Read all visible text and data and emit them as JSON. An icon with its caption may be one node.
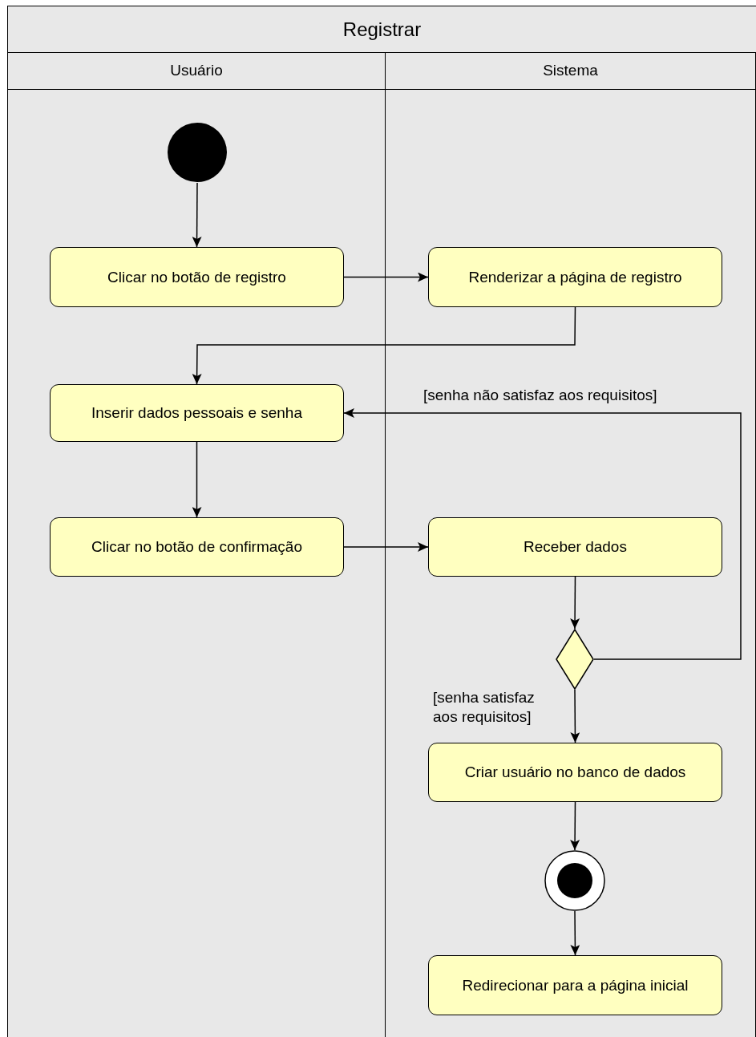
{
  "diagram": {
    "nodes": [
      {
        "text": [
          "Registrar"
        ]
      },
      {
        "text": [
          "Usuário"
        ],
        "in": 0
      },
      {
        "text": [
          "Sistema"
        ],
        "in": 0
      },
      {
        "text": [],
        "shape": "circle",
        "in": 1
      },
      {
        "text": [
          "Clicar no botão de registro"
        ],
        "in": 1
      },
      {
        "text": [
          "Renderizar a página de registro"
        ],
        "in": 2
      },
      {
        "text": [
          "Inserir dados pessoais e senha"
        ],
        "in": 1
      },
      {
        "text": [
          "Clicar no botão de confirmação"
        ],
        "in": 1
      },
      {
        "text": [
          "Receber dados"
        ],
        "in": 2
      },
      {
        "text": [],
        "shape": "diamond",
        "in": 2
      },
      {
        "text": [
          "Criar usuário no banco de dados"
        ],
        "in": 2
      },
      {
        "text": [],
        "shape": "bullseye",
        "in": 2
      },
      {
        "text": [
          "Redirecionar para a página inicial"
        ],
        "in": 2
      }
    ],
    "edges": [
      {
        "from": 3,
        "to": 4,
        "arrow": "to"
      },
      {
        "from": 4,
        "to": 5,
        "arrow": "to"
      },
      {
        "from": 5,
        "to": 6,
        "arrow": "to"
      },
      {
        "from": 6,
        "to": 7,
        "arrow": "to"
      },
      {
        "from": 7,
        "to": 8,
        "arrow": "to"
      },
      {
        "from": 8,
        "to": 9,
        "arrow": "to"
      },
      {
        "from": 9,
        "to": 6,
        "arrow": "to",
        "label": "[senha não satisfaz aos requisitos]"
      },
      {
        "from": 9,
        "to": 10,
        "arrow": "to",
        "label": "[senha satisfaz aos requisitos]"
      },
      {
        "from": 10,
        "to": 11,
        "arrow": "to"
      },
      {
        "from": 11,
        "to": 12,
        "arrow": "to"
      }
    ]
  }
}
